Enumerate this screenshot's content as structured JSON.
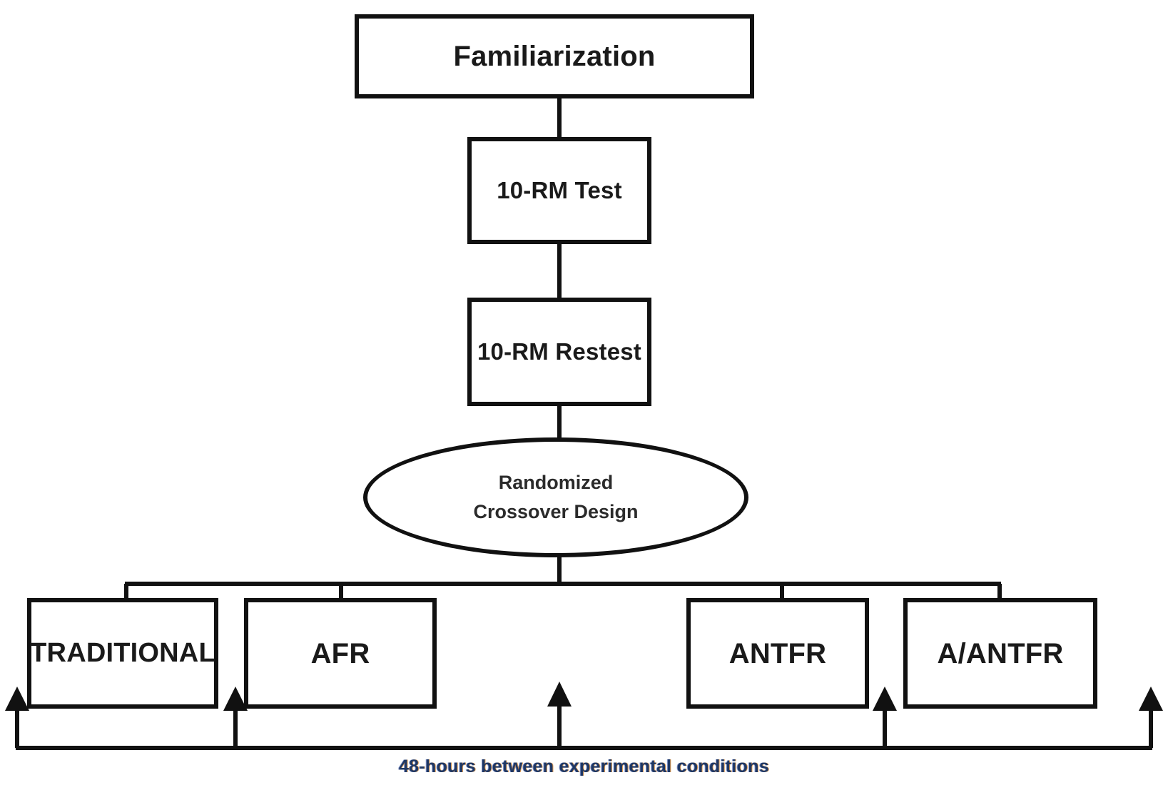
{
  "diagram": {
    "title": "Experimental study design flowchart",
    "background_color": "#ffffff",
    "line_color": "#111111",
    "caption_color": "#1f3864",
    "nodes": {
      "familiarization": {
        "label": "Familiarization",
        "shape": "rectangle"
      },
      "rm_test": {
        "label": "10-RM Test",
        "shape": "rectangle"
      },
      "rm_restest": {
        "label": "10-RM Restest",
        "shape": "rectangle"
      },
      "randomization": {
        "shape": "ellipse",
        "line1": "Randomized",
        "line2": "Crossover Design"
      },
      "conditions": [
        {
          "label": "TRADITIONAL",
          "shape": "rectangle"
        },
        {
          "label": "AFR",
          "shape": "rectangle"
        },
        {
          "label": "ANTFR",
          "shape": "rectangle"
        },
        {
          "label": "A/ANTFR",
          "shape": "rectangle"
        }
      ]
    },
    "caption": "48-hours between experimental conditions"
  }
}
